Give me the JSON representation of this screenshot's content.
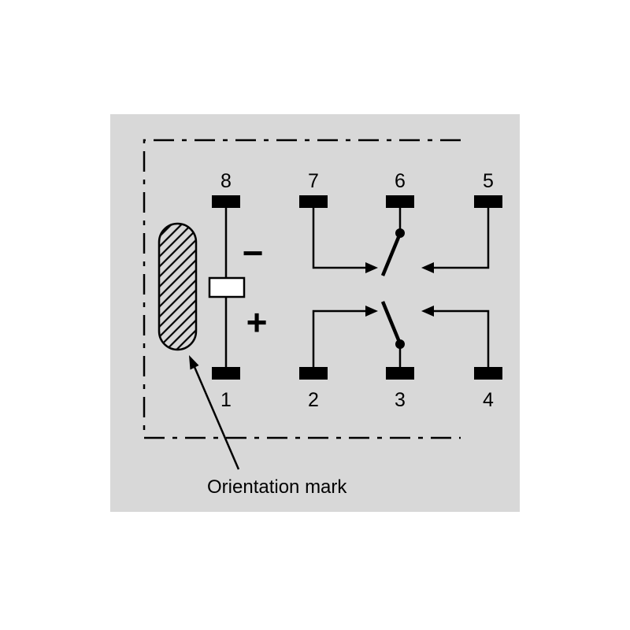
{
  "colors": {
    "background": "#ffffff",
    "panel": "#d8d8d8",
    "ink": "#000000",
    "coil_fill": "#ffffff"
  },
  "pins": {
    "top": [
      "8",
      "7",
      "6",
      "5"
    ],
    "bottom": [
      "1",
      "2",
      "3",
      "4"
    ]
  },
  "coil": {
    "minus": "−",
    "plus": "+"
  },
  "annotation": {
    "orientation_label": "Orientation mark"
  }
}
